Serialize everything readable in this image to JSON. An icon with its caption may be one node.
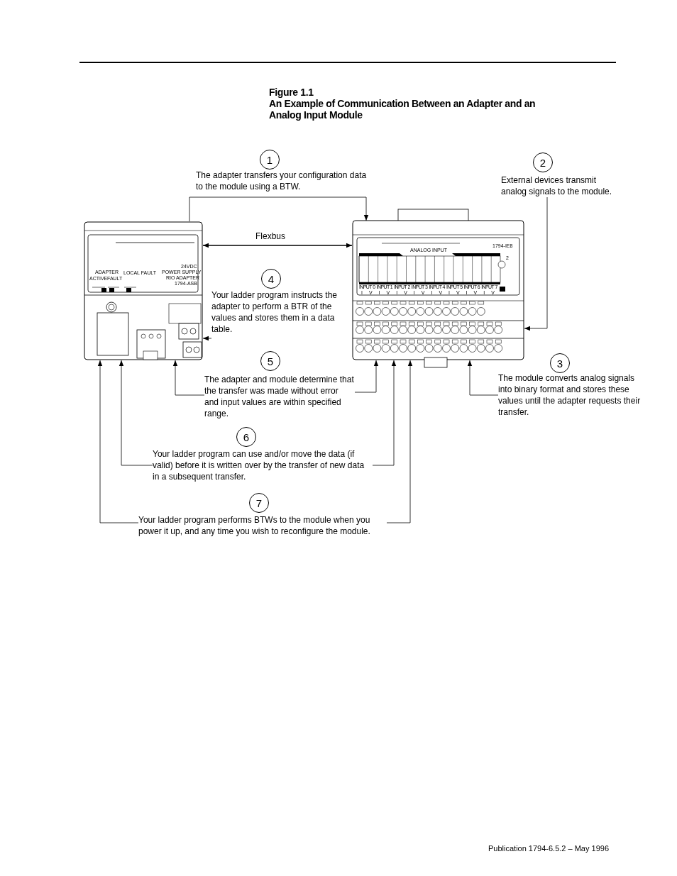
{
  "diagram": {
    "title": "An Example of Communication Between an Adapter and an Analog Input Module",
    "nodes": [
      {
        "text": [],
        "shape": "picture"
      },
      {
        "text": [],
        "shape": "picture"
      },
      {
        "text": [
          "1"
        ]
      },
      {
        "text": [
          "The adapter transfers your configuration data to the module using a BTW."
        ]
      },
      {
        "text": [
          "2"
        ]
      },
      {
        "text": [
          "External devices transmit analog signals to the module."
        ]
      },
      {
        "text": [
          "4"
        ]
      },
      {
        "text": [
          "Your ladder program instructs the adapter to perform a BTR of the values and stores them in a data table."
        ]
      },
      {
        "text": [
          "5"
        ]
      },
      {
        "text": [
          "The adapter and module determine that the transfer was made without error and input values are within specified range."
        ]
      },
      {
        "text": [
          "3"
        ]
      },
      {
        "text": [
          "The module converts analog signals into binary format and stores these values until the adapter requests their transfer."
        ]
      },
      {
        "text": [
          "6"
        ]
      },
      {
        "text": [
          "Your ladder program can use and/or move the data (if valid) before it is written over by the transfer of new data in a subsequent transfer."
        ]
      },
      {
        "text": [
          "7"
        ]
      },
      {
        "text": [
          "Your ladder program performs BTWs to the module when you power it up, and any time you wish to reconfigure the module."
        ]
      }
    ],
    "edges": [
      {
        "from": 0,
        "to": 1,
        "arrow": "to"
      },
      {
        "from": 0,
        "to": 1,
        "arrow": "both",
        "label": "Flexbus"
      },
      {
        "from": 5,
        "to": 1,
        "arrow": "to"
      },
      {
        "from": 7,
        "to": 0,
        "arrow": "to"
      },
      {
        "from": 9,
        "to": 0,
        "arrow": "to"
      },
      {
        "from": 9,
        "to": 1,
        "arrow": "to"
      },
      {
        "from": 11,
        "to": 1,
        "arrow": "to"
      },
      {
        "from": 13,
        "to": 0,
        "arrow": "to"
      },
      {
        "from": 13,
        "to": 1,
        "arrow": "to"
      },
      {
        "from": 15,
        "to": 0,
        "arrow": "to"
      },
      {
        "from": 15,
        "to": 1,
        "arrow": "to"
      }
    ],
    "labels": [
      "Figure 1.1",
      "ADAPTER",
      "ACTIVE",
      "FAULT",
      "LOCAL FAULT",
      "24VDC",
      "POWER SUPPLY",
      "RIO ADAPTER",
      "1794-ASB",
      "1794-IE8",
      "ANALOG INPUT",
      "2",
      "INPUT 0",
      "INPUT 1",
      "INPUT 2",
      "INPUT 3",
      "INPUT 4",
      "INPUT 5",
      "INPUT 6",
      "INPUT 7",
      "I",
      "V",
      "I",
      "V",
      "I",
      "V",
      "I",
      "V",
      "I",
      "V",
      "I",
      "V",
      "I",
      "V",
      "I",
      "V",
      "Publication 1794-6.5.2 – May 1996"
    ]
  }
}
